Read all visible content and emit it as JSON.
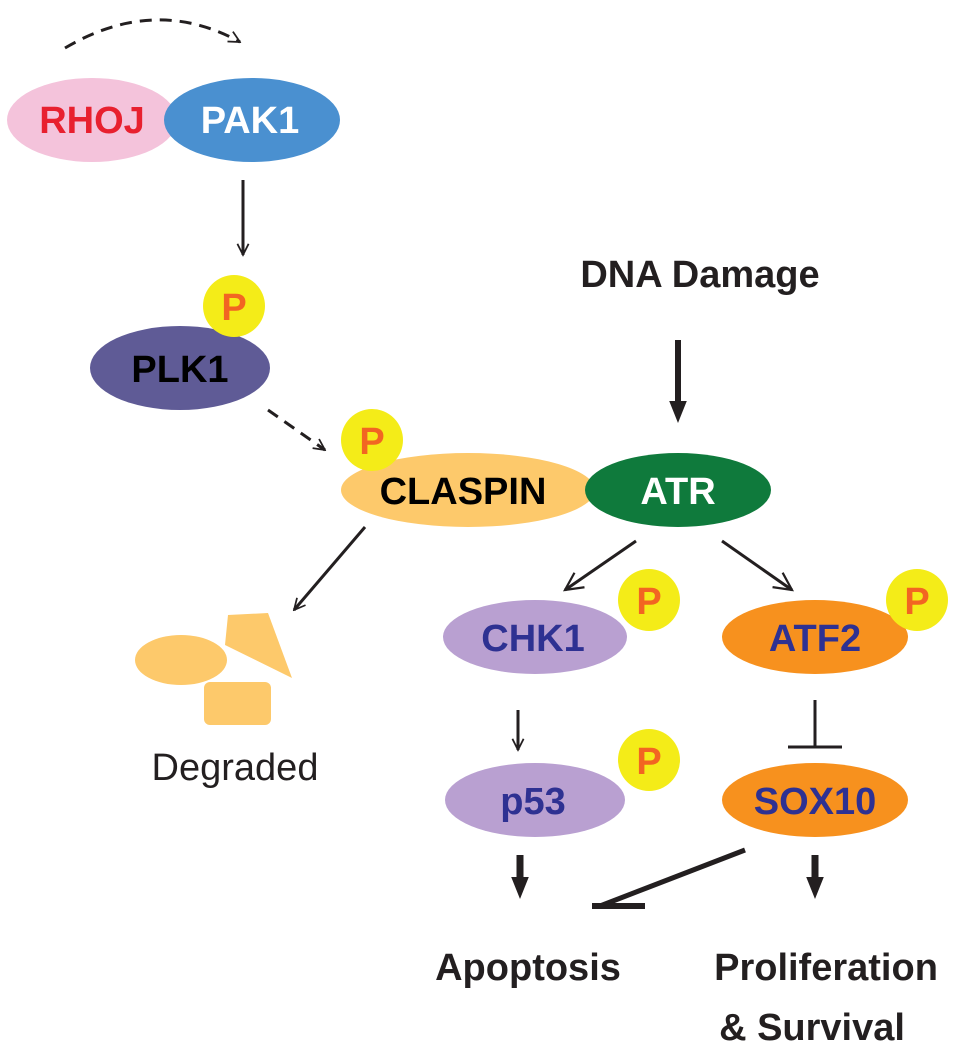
{
  "nodes": {
    "rhoj": "RHOJ",
    "pak1": "PAK1",
    "plk1": "PLK1",
    "claspin": "CLASPIN",
    "atr": "ATR",
    "chk1": "CHK1",
    "atf2": "ATF2",
    "p53": "p53",
    "sox10": "SOX10"
  },
  "phospho_label": "P",
  "labels": {
    "dna_damage": "DNA Damage",
    "degraded": "Degraded",
    "apoptosis": "Apoptosis",
    "proliferation_line1": "Proliferation",
    "proliferation_line2": "& Survival"
  },
  "colors": {
    "rhoj_fill": "#f4c3db",
    "rhoj_text": "#e8202f",
    "pak1_fill": "#4a90d0",
    "plk1_fill": "#5f5b96",
    "claspin_fill": "#fdc96b",
    "atr_fill": "#0f7a3c",
    "chk1_fill": "#b9a0d1",
    "p53_fill": "#b9a0d1",
    "atf2_fill": "#f7911e",
    "sox10_fill": "#f7911e",
    "protein_text_dark": "#2e3192",
    "phospho_fill": "#f4ec18",
    "phospho_text": "#f26522",
    "degraded_fill": "#fdc96b"
  }
}
